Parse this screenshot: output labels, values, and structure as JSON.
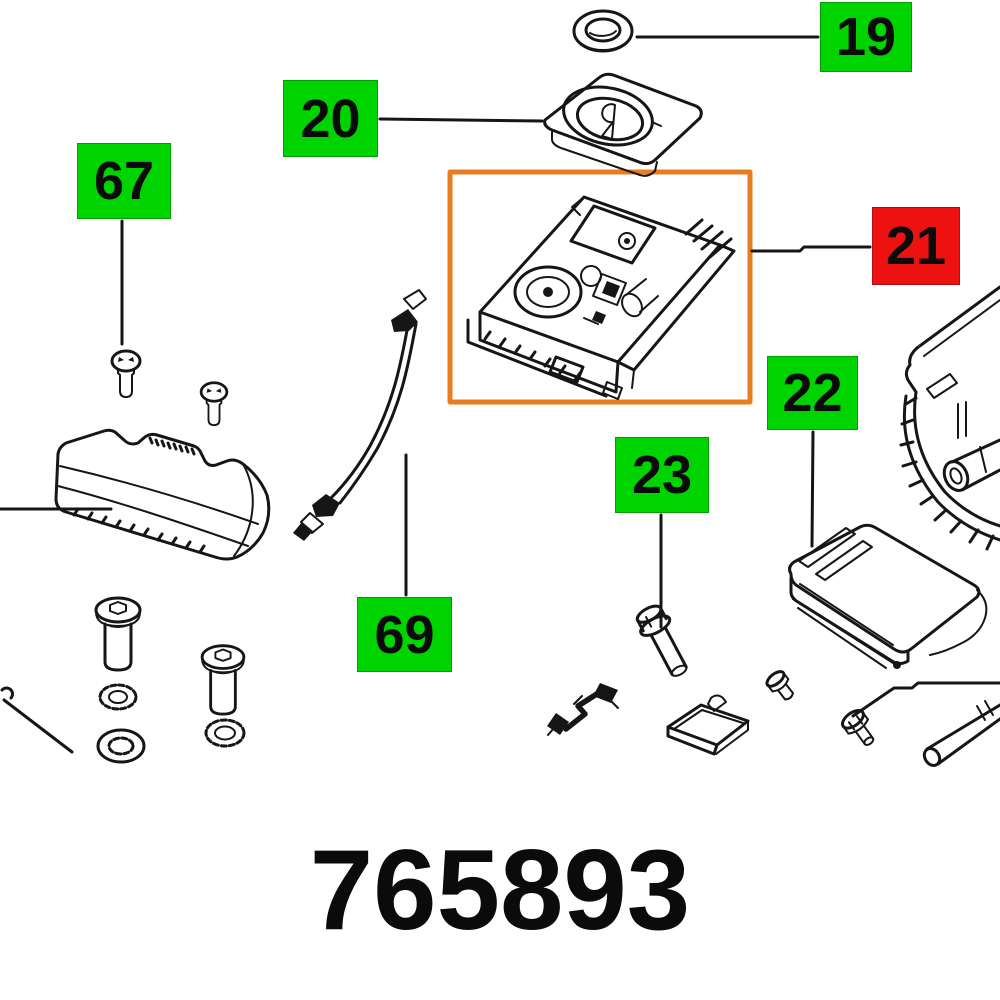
{
  "diagram": {
    "part_number": "765893",
    "callouts": {
      "c19": "19",
      "c20": "20",
      "c21": "21",
      "c22": "22",
      "c23": "23",
      "c67": "67",
      "c69": "69"
    },
    "colors": {
      "green": "#00d400",
      "red": "#ee1111",
      "orange": "#e87d20",
      "line": "#161616",
      "bg": "#ffffff"
    }
  }
}
